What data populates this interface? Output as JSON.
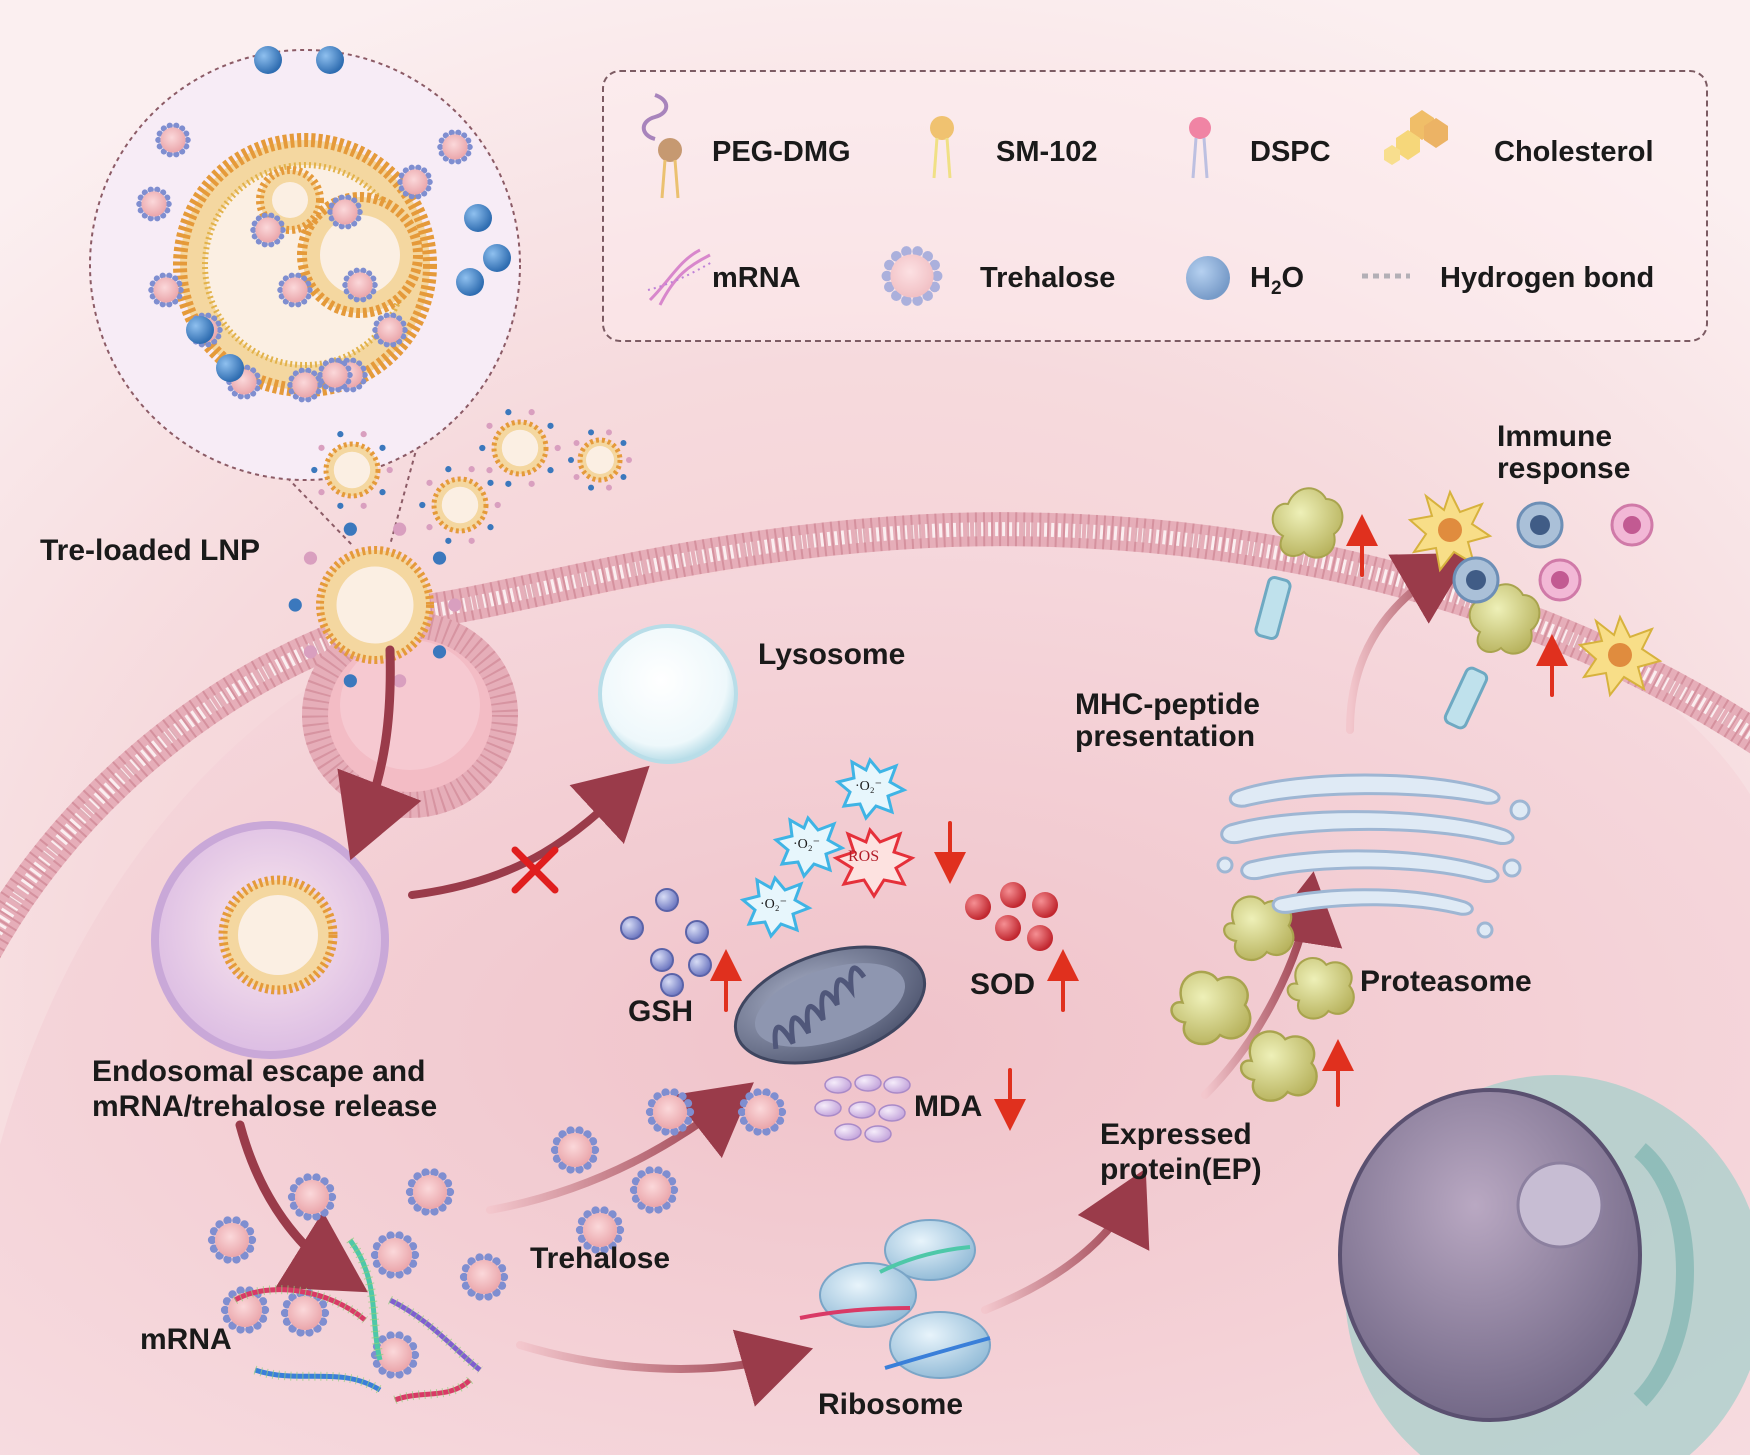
{
  "legend": {
    "peg_dmg": "PEG-DMG",
    "sm102": "SM-102",
    "dspc": "DSPC",
    "cholesterol": "Cholesterol",
    "mrna": "mRNA",
    "trehalose": "Trehalose",
    "h2o_main": "H",
    "h2o_sub": "2",
    "h2o_tail": "O",
    "hydrogen_bond": "Hydrogen bond"
  },
  "labels": {
    "tre_loaded_lnp": "Tre-loaded LNP",
    "lysosome": "Lysosome",
    "endosomal_line1": "Endosomal escape and",
    "endosomal_line2": "mRNA/trehalose release",
    "gsh": "GSH",
    "sod": "SOD",
    "mda": "MDA",
    "ros": "ROS",
    "superoxide": "·O₂⁻",
    "trehalose": "Trehalose",
    "mrna": "mRNA",
    "ribosome": "Ribosome",
    "expressed_line1": "Expressed",
    "expressed_line2": "protein(EP)",
    "proteasome": "Proteasome",
    "mhc_line1": "MHC-peptide",
    "mhc_line2": "presentation",
    "immune_line1": "Immune",
    "immune_line2": "response"
  },
  "colors": {
    "background": "#f6dde0",
    "cell_interior": "#f2c9cf",
    "membrane": "#e7a9b4",
    "arrow": "#9a3b4a",
    "up_arrow": "#e0301e",
    "x_mark": "#e01e1e",
    "trehalose_fill": "#f2b5b9",
    "trehalose_ring": "#7f8ed0",
    "water": "#4a86c6"
  },
  "icons": [
    "peg-dmg-icon",
    "sm102-icon",
    "dspc-icon",
    "cholesterol-icon",
    "mrna-icon",
    "trehalose-icon",
    "water-icon",
    "hydrogen-bond-icon",
    "lnp-icon",
    "lysosome-icon",
    "mitochondrion-icon",
    "ribosome-icon",
    "golgi-icon",
    "nucleus-icon",
    "mhc-icon",
    "immune-cell-icon"
  ]
}
